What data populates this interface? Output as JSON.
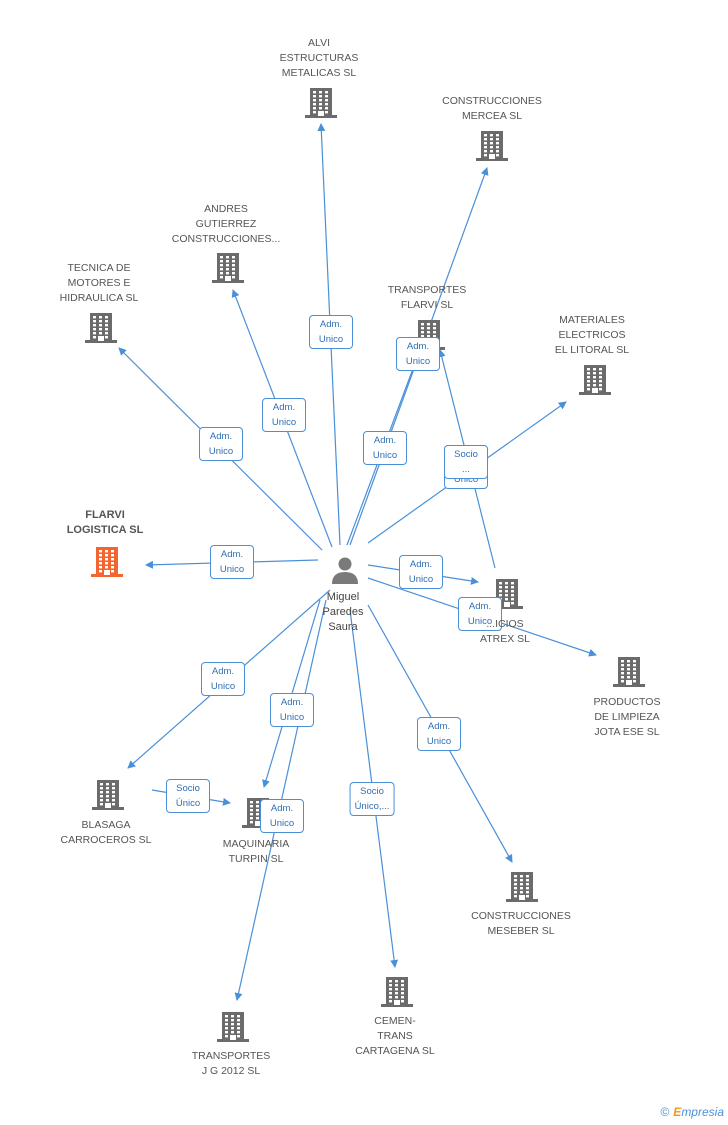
{
  "colors": {
    "edge": "#4a90d9",
    "building": "#6b6b6b",
    "focus_building": "#f26531",
    "person": "#7a7a7a"
  },
  "center": {
    "label": "Miguel\nParedes\nSaura",
    "icon": "person-icon"
  },
  "nodes": [
    {
      "id": "alvi",
      "label": "ALVI\nESTRUCTURAS\nMETALICAS SL",
      "icon": "building-icon"
    },
    {
      "id": "mercea",
      "label": "CONSTRUCCIONES\nMERCEA SL",
      "icon": "building-icon"
    },
    {
      "id": "andres",
      "label": "ANDRES\nGUTIERREZ\nCONSTRUCCIONES...",
      "icon": "building-icon"
    },
    {
      "id": "tecnica",
      "label": "TECNICA DE\nMOTORES E\nHIDRAULICA SL",
      "icon": "building-icon"
    },
    {
      "id": "flarvi_t",
      "label": "TRANSPORTES\nFLARVI SL",
      "icon": "building-icon"
    },
    {
      "id": "materiales",
      "label": "MATERIALES\nELECTRICOS\nEL LITORAL SL",
      "icon": "building-icon"
    },
    {
      "id": "flarvi_l",
      "label": "FLARVI\nLOGISTICA SL",
      "icon": "building-icon",
      "focus": true
    },
    {
      "id": "atrex",
      "label": "...ICIOS\nATREX SL",
      "icon": "building-icon"
    },
    {
      "id": "jota",
      "label": "PRODUCTOS\nDE LIMPIEZA\nJOTA ESE SL",
      "icon": "building-icon"
    },
    {
      "id": "blasaga",
      "label": "BLASAGA\nCARROCEROS SL",
      "icon": "building-icon"
    },
    {
      "id": "turpin",
      "label": "MAQUINARIA\nTURPIN  SL",
      "icon": "building-icon"
    },
    {
      "id": "meseber",
      "label": "CONSTRUCCIONES\nMESEBER SL",
      "icon": "building-icon"
    },
    {
      "id": "jg",
      "label": "TRANSPORTES\nJ G 2012 SL",
      "icon": "building-icon"
    },
    {
      "id": "cementrans",
      "label": "CEMEN-\nTRANS\nCARTAGENA SL",
      "icon": "building-icon"
    }
  ],
  "edges": [
    {
      "to": "alvi",
      "label": "Adm.\nUnico"
    },
    {
      "to": "mercea",
      "label": "Adm.\nUnico"
    },
    {
      "to": "andres",
      "label": "Adm.\nUnico"
    },
    {
      "to": "tecnica",
      "label": "Adm.\nUnico"
    },
    {
      "to": "flarvi_t",
      "label": "Adm.\nUnico"
    },
    {
      "to": "materiales",
      "label": "Adm.\nUnico"
    },
    {
      "to": "atrex",
      "label": "Socio\n..."
    },
    {
      "to": "flarvi_l",
      "label": "Adm.\nUnico"
    },
    {
      "to": "atrex",
      "label": "Adm.\nUnico"
    },
    {
      "to": "jota",
      "label": "Adm.\nUnico"
    },
    {
      "to": "blasaga",
      "label": "Adm.\nUnico"
    },
    {
      "to": "turpin",
      "label": "Adm.\nUnico"
    },
    {
      "to": "jg",
      "label": "Adm.\nUnico"
    },
    {
      "to": "meseber",
      "label": "Adm.\nUnico"
    },
    {
      "to": "cementrans",
      "label": "Socio\nÚnico,..."
    },
    {
      "from": "blasaga",
      "to": "turpin",
      "label": "Socio\nÚnico"
    }
  ],
  "footer": {
    "copyright": "©",
    "brand_first": "E",
    "brand_rest": "mpresia"
  }
}
